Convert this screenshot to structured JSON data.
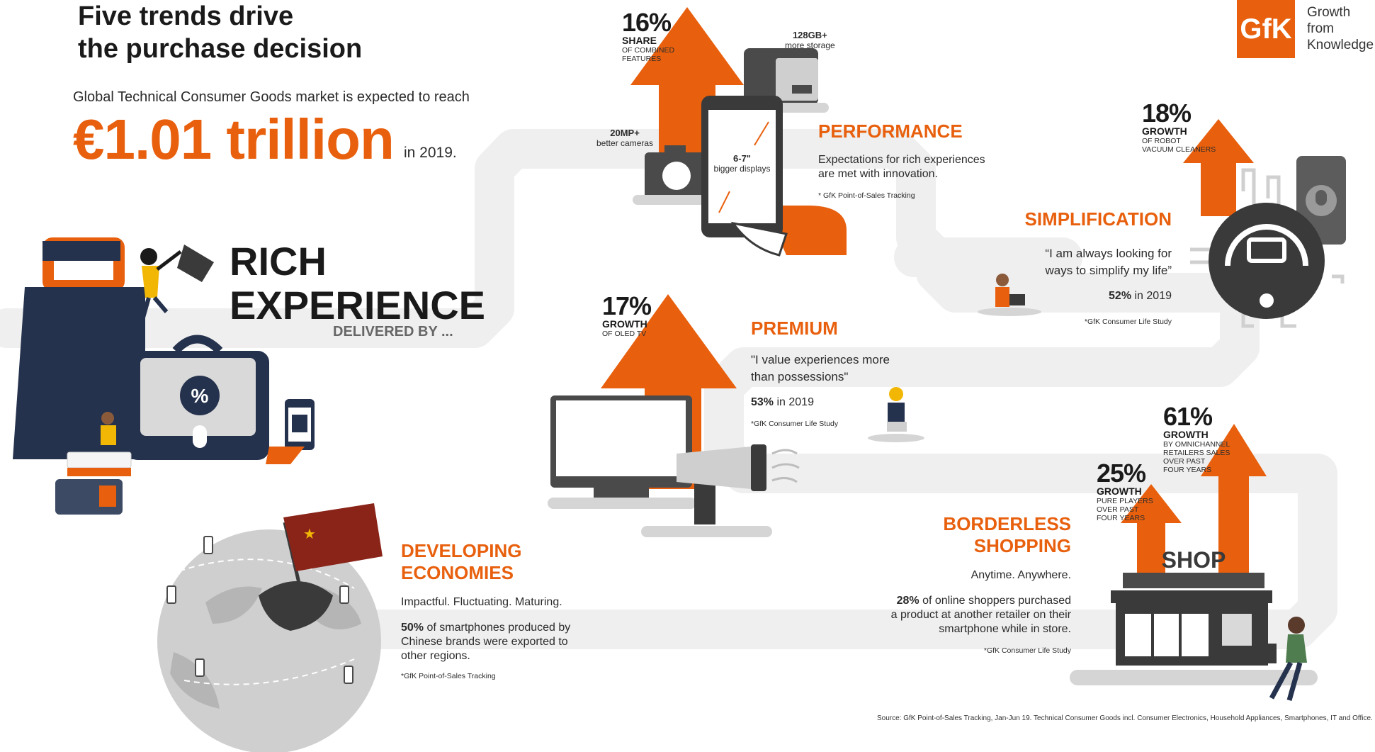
{
  "header": {
    "title_line1": "Five trends drive",
    "title_line2": "the purchase decision",
    "subtitle": "Global Technical Consumer Goods market is expected to reach",
    "big_number": "€1.01 trillion",
    "big_suffix": "in 2019."
  },
  "logo": {
    "mark": "GfK",
    "line1": "Growth",
    "line2": "from",
    "line3": "Knowledge"
  },
  "rich_experience": {
    "line1": "RICH",
    "line2": "EXPERIENCE",
    "delivered": "DELIVERED BY ..."
  },
  "performance": {
    "stat_num": "16%",
    "stat_label": "SHARE",
    "stat_sub1": "OF COMBINED",
    "stat_sub2": "FEATURES",
    "storage_bold": "128GB+",
    "storage_text": "more storage",
    "camera_bold": "20MP+",
    "camera_text": "better cameras",
    "display_bold": "6-7\"",
    "display_text": "bigger displays",
    "heading": "PERFORMANCE",
    "body1": "Expectations for rich experiences",
    "body2": "are met with innovation.",
    "note": "* GfK Point-of-Sales Tracking"
  },
  "simplification": {
    "stat_num": "18%",
    "stat_label": "GROWTH",
    "stat_sub1": "OF ROBOT",
    "stat_sub2": "VACUUM CLEANERS",
    "heading": "SIMPLIFICATION",
    "quote1": "“I am always looking for",
    "quote2": "ways to simplify my life”",
    "pct": "52%",
    "pct_text": "in 2019",
    "note": "*GfK Consumer Life Study"
  },
  "premium": {
    "stat_num": "17%",
    "stat_label": "GROWTH",
    "stat_sub1": "OF OLED TV",
    "heading": "PREMIUM",
    "quote1": "\"I value experiences more",
    "quote2": "than possessions\"",
    "pct": "53%",
    "pct_text": "in 2019",
    "note": "*GfK Consumer Life Study"
  },
  "borderless": {
    "stat1_num": "25%",
    "stat1_label": "GROWTH",
    "stat1_sub1": "PURE PLAYERS",
    "stat1_sub2": "OVER PAST",
    "stat1_sub3": "FOUR YEARS",
    "stat2_num": "61%",
    "stat2_label": "GROWTH",
    "stat2_sub1": "BY OMNICHANNEL",
    "stat2_sub2": "RETAILERS SALES",
    "stat2_sub3": "OVER PAST",
    "stat2_sub4": "FOUR YEARS",
    "shop_sign": "SHOP",
    "heading1": "BORDERLESS",
    "heading2": "SHOPPING",
    "body0": "Anytime. Anywhere.",
    "pct": "28%",
    "body1": "of online shoppers purchased",
    "body2": "a product at another retailer on their",
    "body3": "smartphone while in store.",
    "note": "*GfK Consumer Life Study"
  },
  "developing": {
    "heading1": "DEVELOPING",
    "heading2": "ECONOMIES",
    "body0": "Impactful. Fluctuating. Maturing.",
    "pct": "50%",
    "body1": "of smartphones produced by",
    "body2": "Chinese brands were exported to",
    "body3": "other regions.",
    "note": "*GfK Point-of-Sales Tracking"
  },
  "source": "Source: GfK Point-of-Sales Tracking, Jan-Jun 19. Technical Consumer Goods incl. Consumer Electronics, Household Appliances, Smartphones, IT and Office.",
  "colors": {
    "accent": "#e8600e",
    "navy": "#25324d",
    "grey": "#5c5c5c",
    "path": "#efefef"
  }
}
